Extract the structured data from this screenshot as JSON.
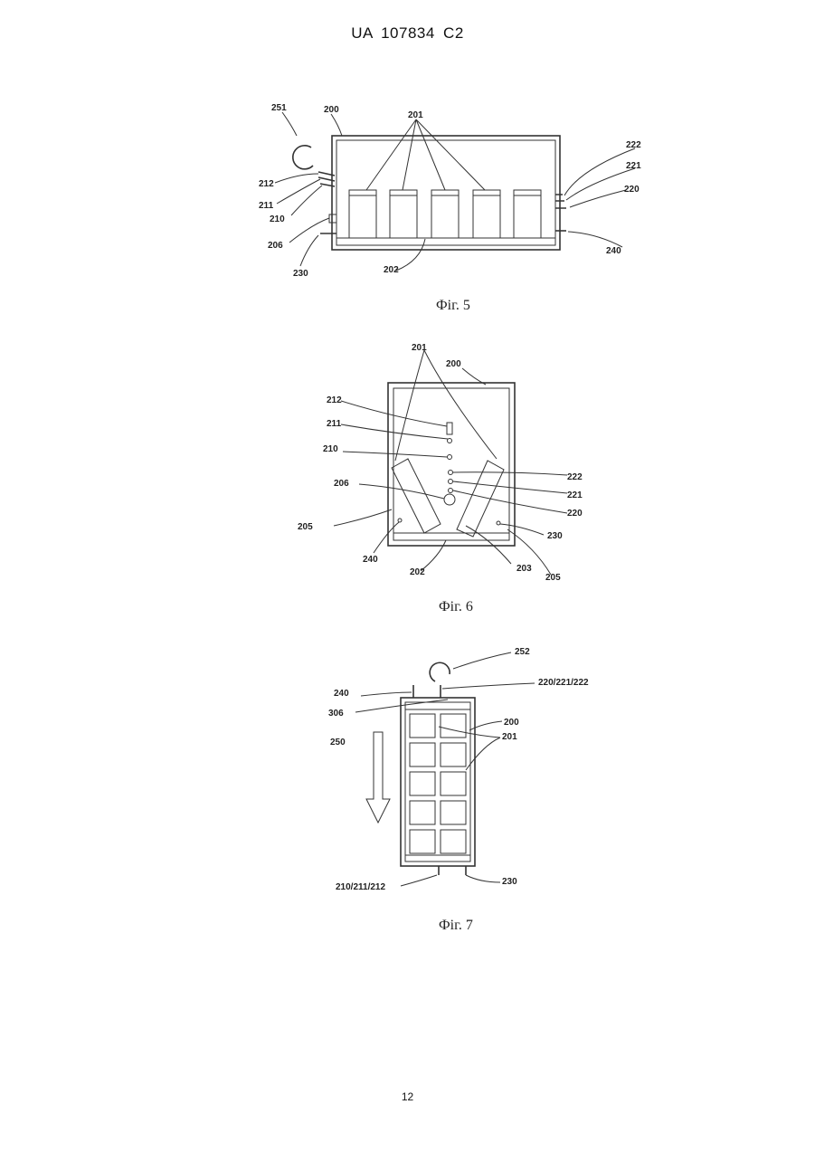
{
  "header": {
    "patent_number": "UA   107834   C2"
  },
  "page_number": "12",
  "figures": [
    {
      "caption": "Фіг. 5",
      "labels": {
        "l251": "251",
        "l200": "200",
        "l201": "201",
        "l222": "222",
        "l221": "221",
        "l220": "220",
        "l212": "212",
        "l211": "211",
        "l210": "210",
        "l206": "206",
        "l230": "230",
        "l202": "202",
        "l240": "240"
      }
    },
    {
      "caption": "Фіг. 6",
      "labels": {
        "l201": "201",
        "l200": "200",
        "l212": "212",
        "l211": "211",
        "l210": "210",
        "l222": "222",
        "l221": "221",
        "l220": "220",
        "l206": "206",
        "l205a": "205",
        "l230": "230",
        "l240": "240",
        "l202": "202",
        "l203": "203",
        "l205b": "205"
      }
    },
    {
      "caption": "Фіг. 7",
      "labels": {
        "l252": "252",
        "l240": "240",
        "l220_222": "220/221/222",
        "l306": "306",
        "l200": "200",
        "l250": "250",
        "l201": "201",
        "l210_212": "210/211/212",
        "l230": "230"
      }
    }
  ]
}
